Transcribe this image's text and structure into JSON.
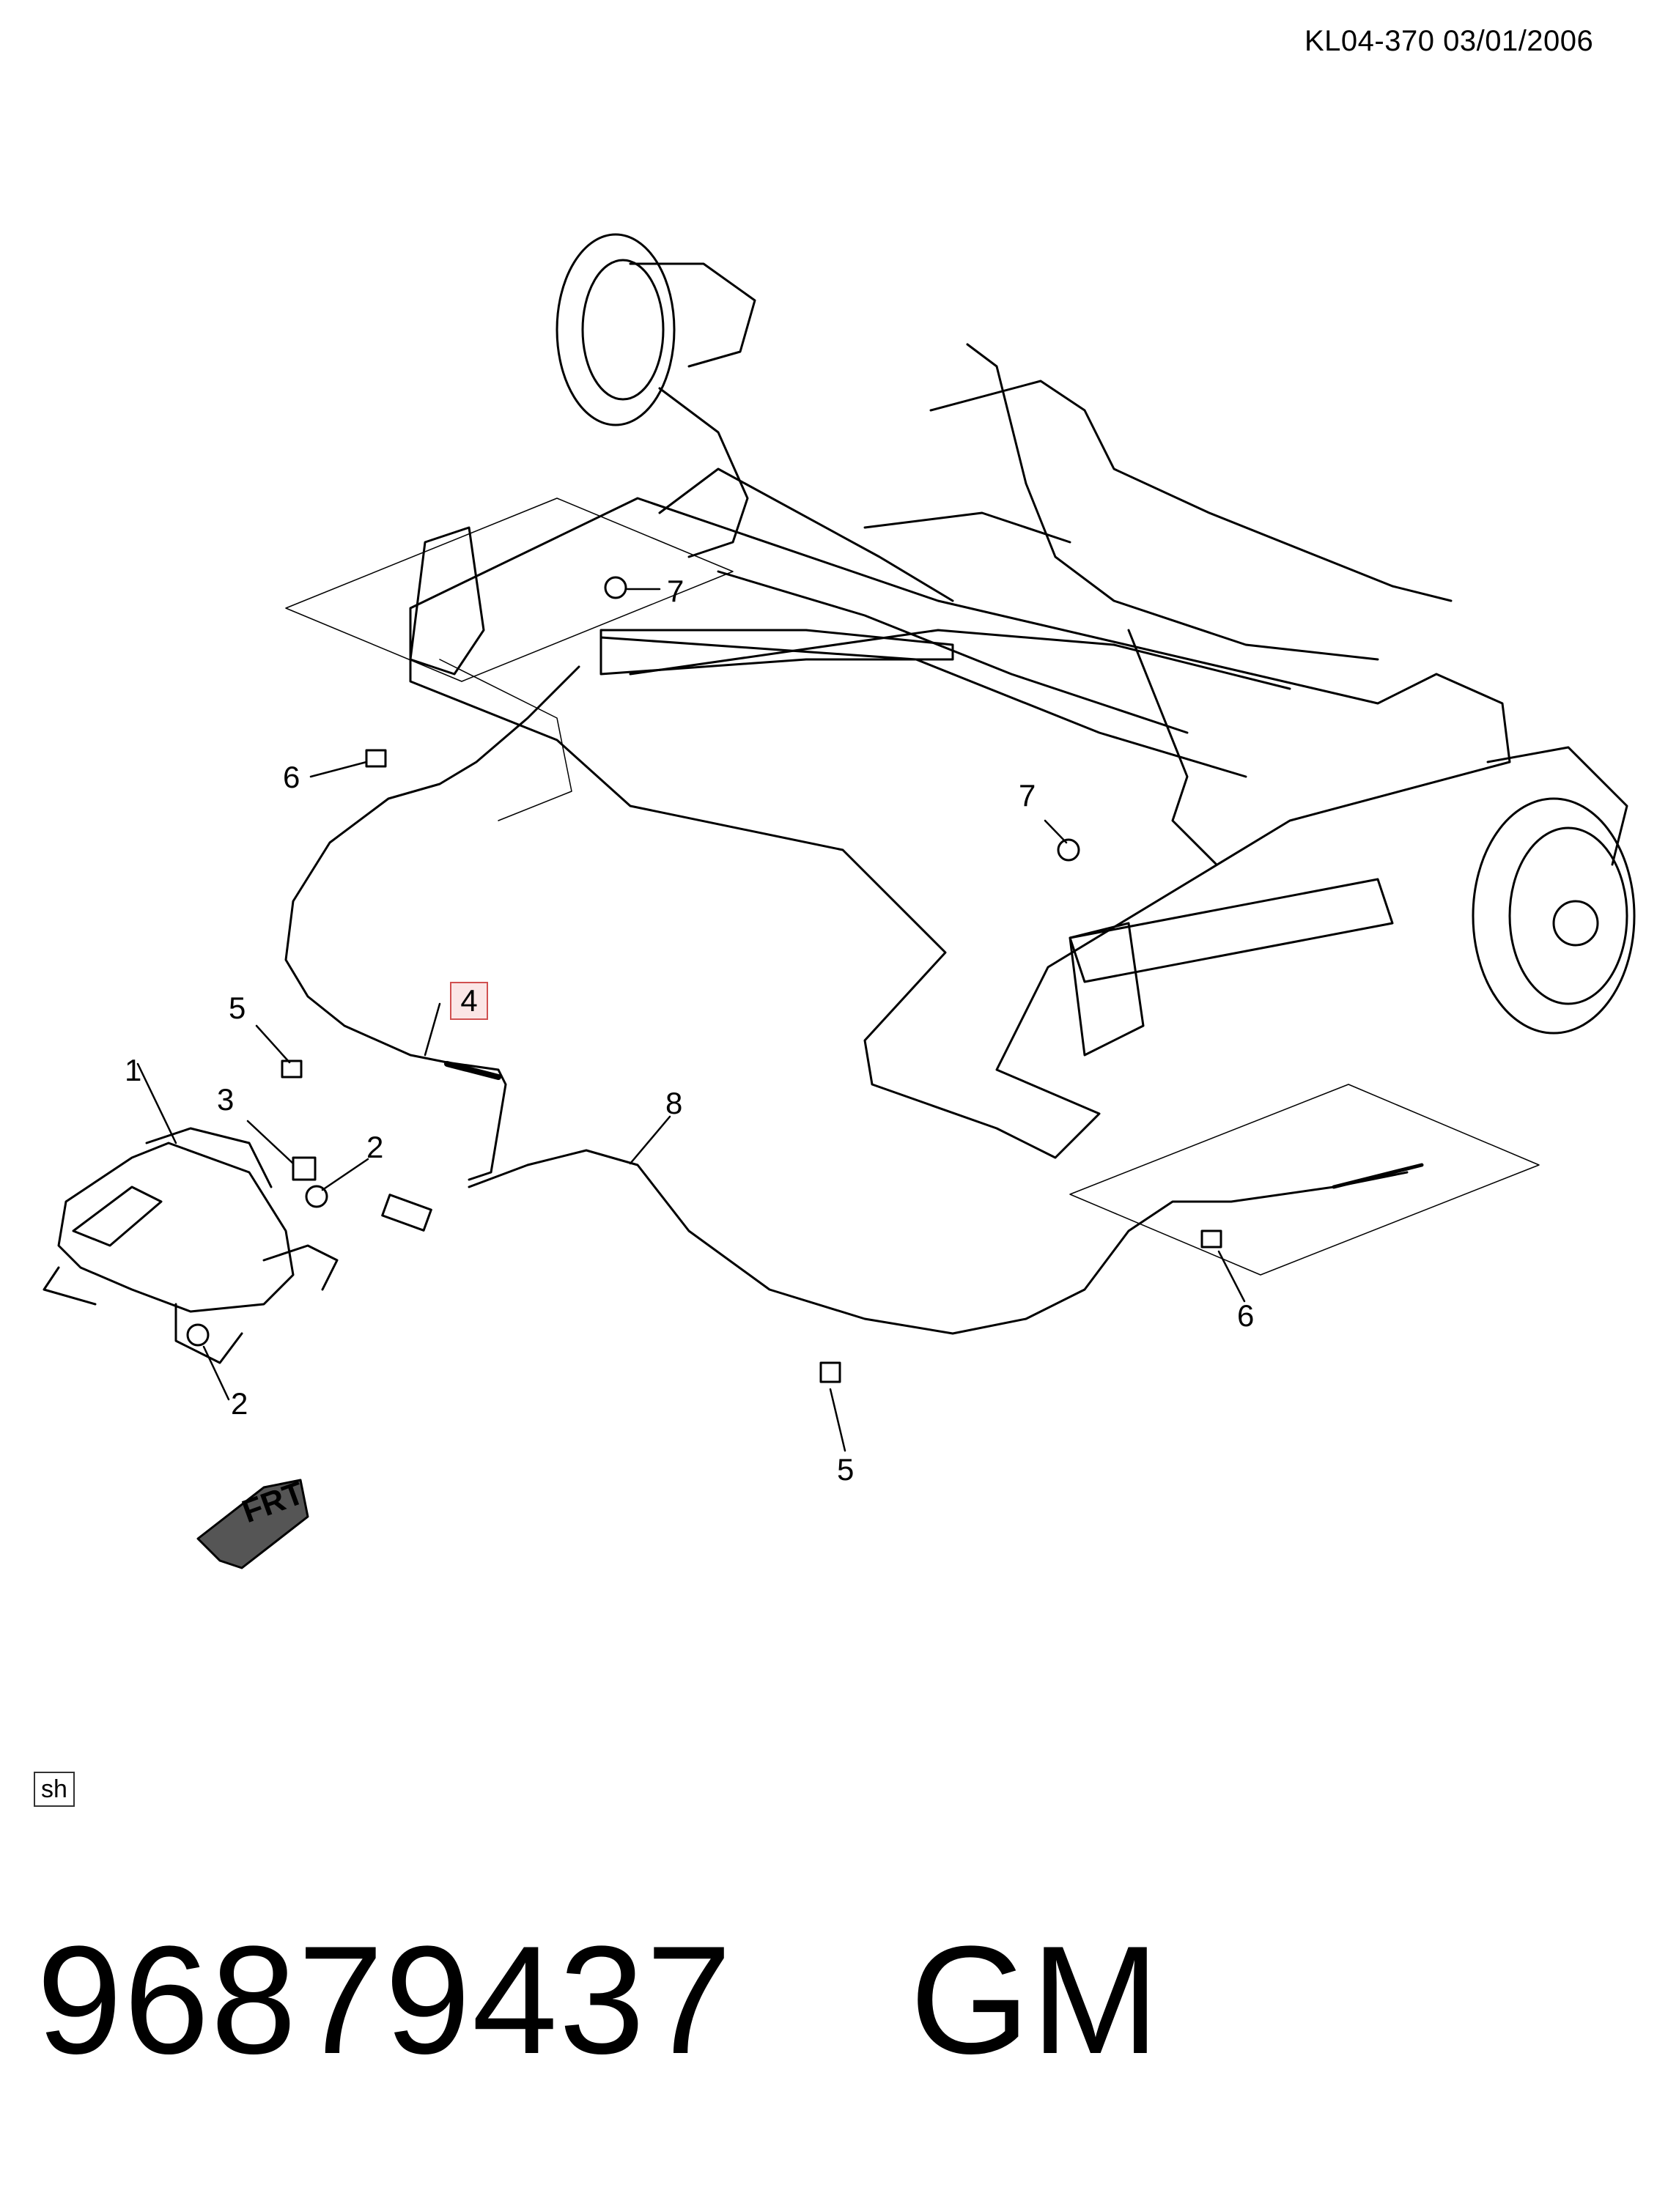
{
  "header": {
    "ref": "KL04-370  03/01/2006"
  },
  "callouts": [
    {
      "id": "1",
      "label": "1"
    },
    {
      "id": "2a",
      "label": "2"
    },
    {
      "id": "2b",
      "label": "2"
    },
    {
      "id": "3",
      "label": "3"
    },
    {
      "id": "4",
      "label": "4",
      "highlighted": true
    },
    {
      "id": "5a",
      "label": "5"
    },
    {
      "id": "5b",
      "label": "5"
    },
    {
      "id": "6a",
      "label": "6"
    },
    {
      "id": "6b",
      "label": "6"
    },
    {
      "id": "7a",
      "label": "7"
    },
    {
      "id": "7b",
      "label": "7"
    },
    {
      "id": "8",
      "label": "8"
    }
  ],
  "direction_arrow": {
    "label": "FRT"
  },
  "footer_tag": "sh",
  "part_number": "96879437    GM",
  "colors": {
    "highlight_fill": "#fbe6e6",
    "highlight_border": "#d05050",
    "line": "#000000"
  }
}
